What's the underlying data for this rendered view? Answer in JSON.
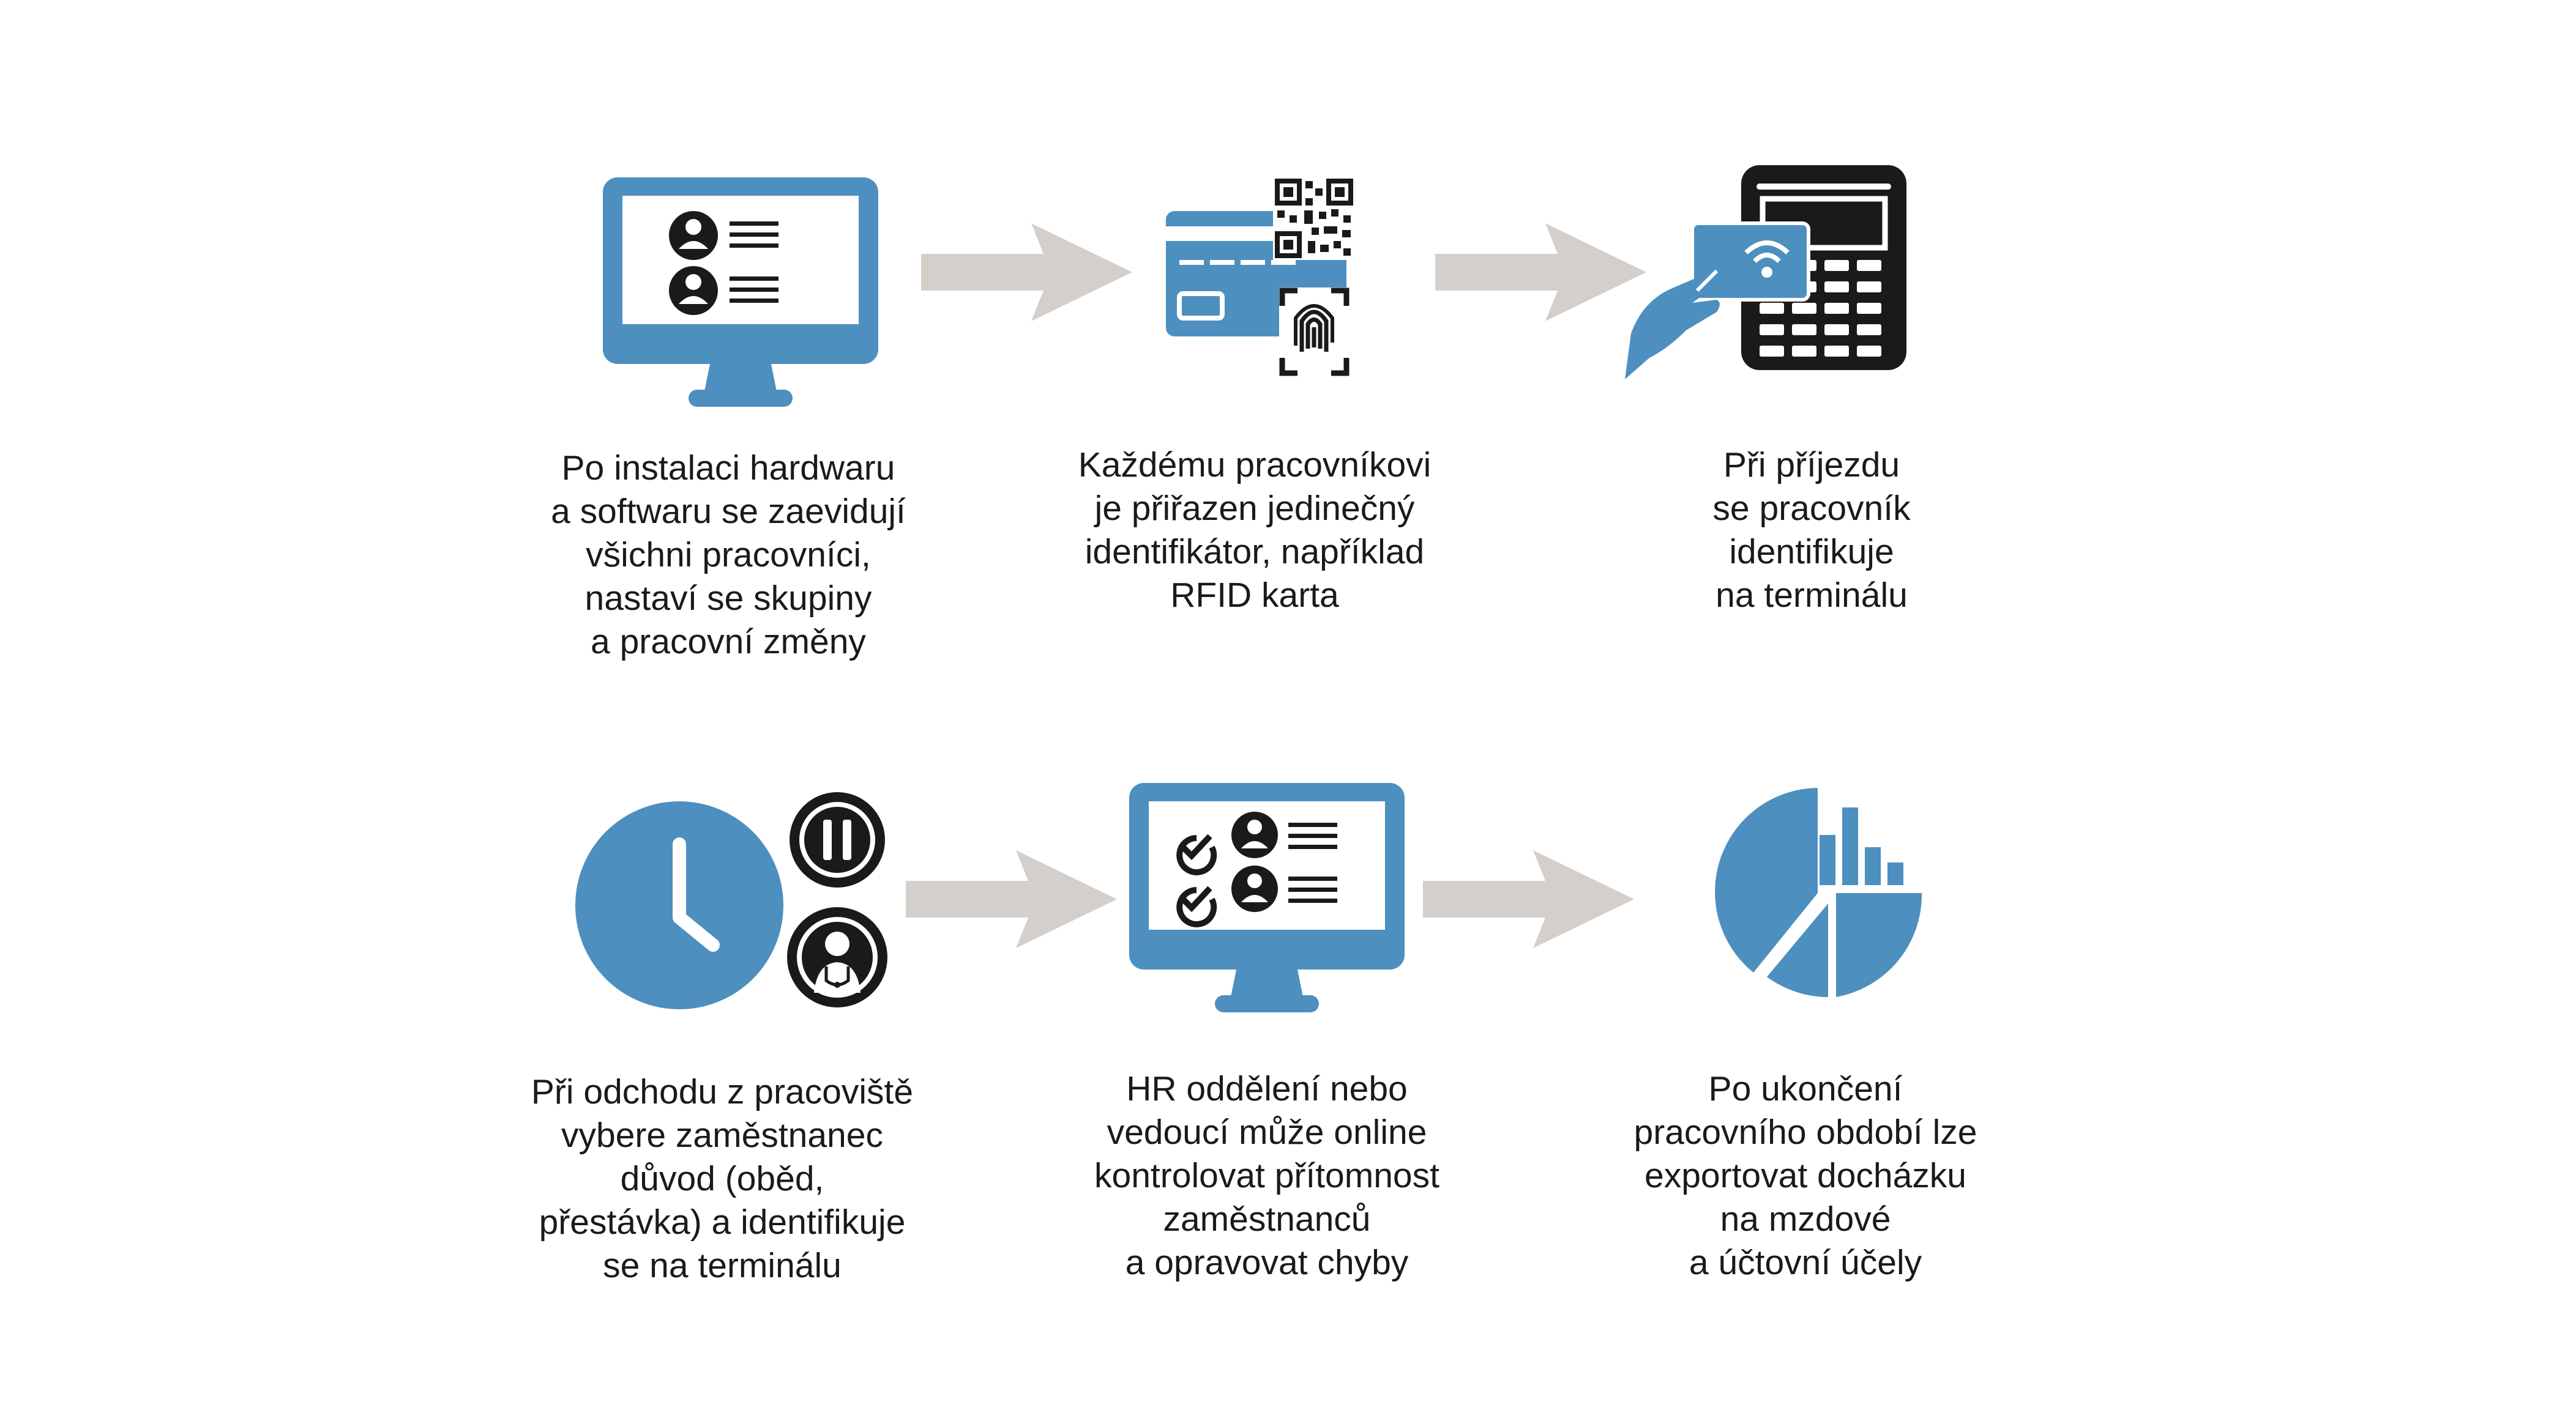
{
  "colors": {
    "accent_blue": "#4d8fbf",
    "dark": "#1a1a1a",
    "arrow_gray": "#d4cfcb",
    "background": "#ffffff"
  },
  "steps": [
    {
      "icon": "computer-monitor-users-icon",
      "lines": [
        "Po instalaci hardwaru",
        "a softwaru se zaevidují",
        "všichni pracovníci,",
        "nastaví se skupiny",
        "a pracovní změny"
      ]
    },
    {
      "icon": "id-card-qr-fingerprint-icon",
      "lines": [
        "Každému pracovníkovi",
        "je přiřazen jedinečný",
        "identifikátor, například",
        "RFID karta"
      ]
    },
    {
      "icon": "hand-card-terminal-icon",
      "lines": [
        "Při příjezdu",
        "se pracovník",
        "identifikuje",
        "na terminálu"
      ]
    },
    {
      "icon": "clock-pause-doctor-icon",
      "lines": [
        "Při odchodu z pracoviště",
        "vybere zaměstnanec",
        "důvod (oběd,",
        "přestávka) a identifikuje",
        "se na terminálu"
      ]
    },
    {
      "icon": "computer-monitor-checklist-icon",
      "lines": [
        "HR oddělení nebo",
        "vedoucí může online",
        "kontrolovat přítomnost",
        "zaměstnanců",
        "a opravovat chyby"
      ]
    },
    {
      "icon": "pie-bar-chart-icon",
      "lines": [
        "Po ukončení",
        "pracovního období lze",
        "exportovat docházku",
        "na mzdové",
        "a účtovní účely"
      ]
    }
  ]
}
